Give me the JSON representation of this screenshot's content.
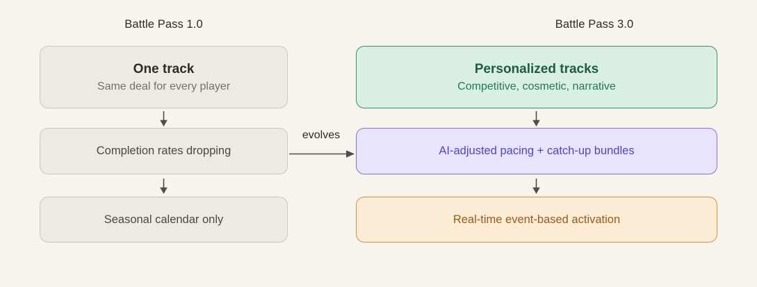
{
  "diagram": {
    "left": {
      "title": "Battle Pass 1.0",
      "boxes": [
        {
          "title": "One track",
          "subtitle": "Same deal for every player"
        },
        {
          "title": "Completion rates dropping"
        },
        {
          "title": "Seasonal calendar only"
        }
      ]
    },
    "right": {
      "title": "Battle Pass 3.0",
      "boxes": [
        {
          "title": "Personalized tracks",
          "subtitle": "Competitive, cosmetic, narrative"
        },
        {
          "title": "AI-adjusted pacing + catch-up bundles"
        },
        {
          "title": "Real-time event-based activation"
        }
      ]
    },
    "connector_label": "evolves",
    "colors": {
      "background": "#f7f4ee",
      "neutral_fill": "#edeae3",
      "neutral_border": "#cbc7bc",
      "green_fill": "#d9efe4",
      "green_border": "#3c8f6d",
      "green_text": "#1b5e41",
      "green_subtext": "#1e7a55",
      "purple_fill": "#e7e4fb",
      "purple_border": "#8373e2",
      "purple_text": "#5046c8",
      "orange_fill": "#fcecd6",
      "orange_border": "#d2933f",
      "orange_text": "#9a5b16",
      "arrow": "#4d4d4d"
    }
  }
}
